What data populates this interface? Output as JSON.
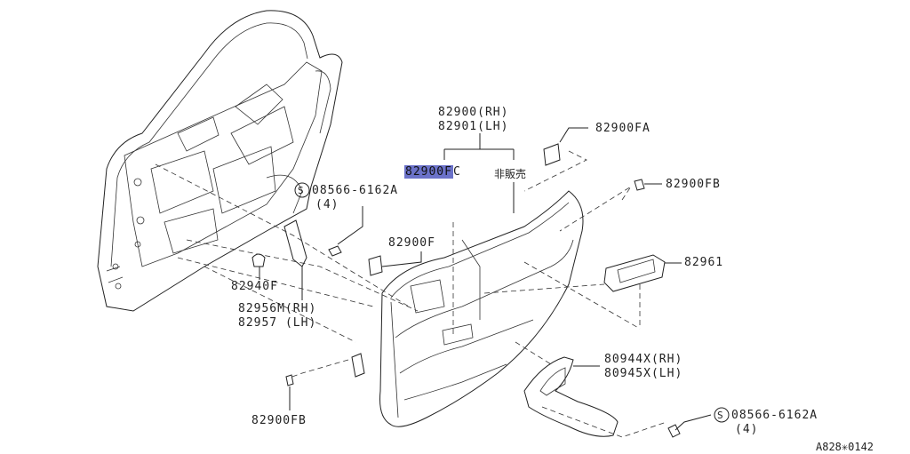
{
  "labels": {
    "rh_a": "82900(RH)",
    "lh_a": "82901(LH)",
    "fc_part": "82900F",
    "fc_suffix": "C",
    "not_sold": "非販売",
    "fa": "82900FA",
    "fb_top": "82900FB",
    "screw_top_code": "08566-6162A",
    "screw_top_qty": "(4)",
    "f": "82900F",
    "p82961": "82961",
    "p82940f": "82940F",
    "p82956m": "82956M(RH)",
    "p82957": "82957 (LH)",
    "p80944x": "80944X(RH)",
    "p80945x": "80945X(LH)",
    "fb_bottom": "82900FB",
    "screw_bot_code": "08566-6162A",
    "screw_bot_qty": "(4)",
    "s_symbol": "S",
    "code": "A828✳0142"
  }
}
